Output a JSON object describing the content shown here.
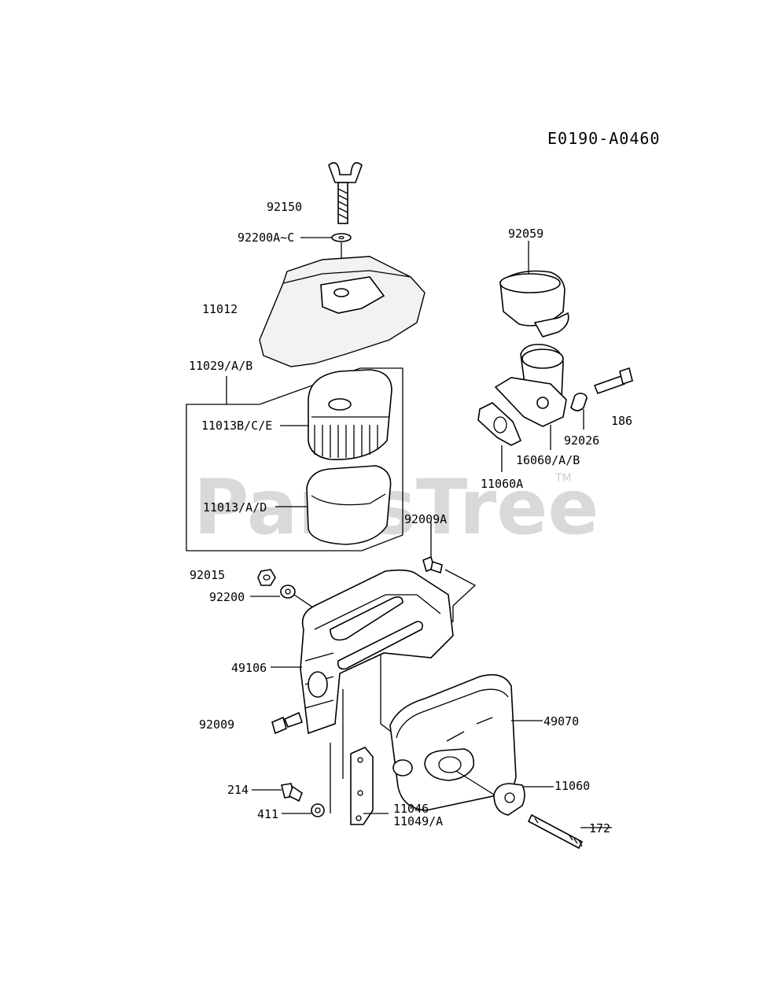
{
  "diagram_code": "E0190-A0460",
  "watermark": {
    "brand": "PartsTree",
    "trademark": "TM"
  },
  "labels": {
    "p92150": "92150",
    "p92200AC": "92200A~C",
    "p11012": "11012",
    "p11029AB": "11029/A/B",
    "p11013BCE": "11013B/C/E",
    "p11013AD": "11013/A/D",
    "p92059": "92059",
    "p186": "186",
    "p92026": "92026",
    "p16060AB": "16060/A/B",
    "p11060A": "11060A",
    "p92009A": "92009A",
    "p92015": "92015",
    "p92200": "92200",
    "p49106": "49106",
    "p92009": "92009",
    "p49070": "49070",
    "p11060": "11060",
    "p214": "214",
    "p411": "411",
    "p11046": "11046",
    "p11049A": "11049/A",
    "p172": "172"
  }
}
